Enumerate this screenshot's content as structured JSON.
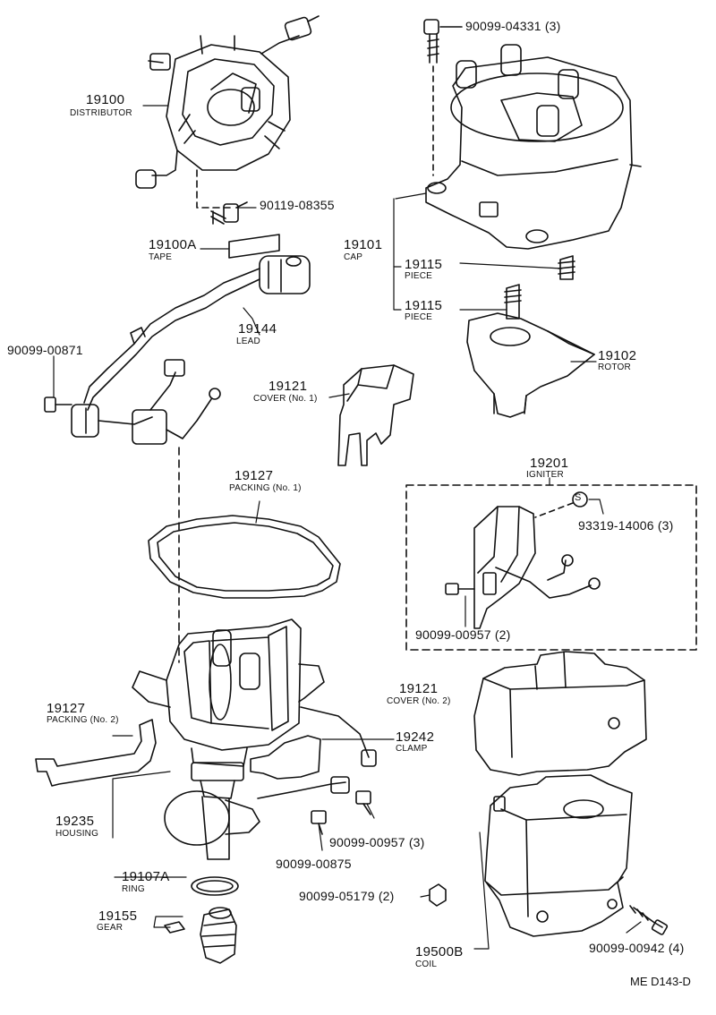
{
  "diagram": {
    "parts": [
      {
        "id": "19100",
        "number": "19100",
        "name": "DISTRIBUTOR"
      },
      {
        "id": "19100a",
        "number": "19100A",
        "name": "TAPE"
      },
      {
        "id": "19144",
        "number": "19144",
        "name": "LEAD"
      },
      {
        "id": "19101",
        "number": "19101",
        "name": "CAP"
      },
      {
        "id": "19115a",
        "number": "19115",
        "name": "PIECE"
      },
      {
        "id": "19115b",
        "number": "19115",
        "name": "PIECE"
      },
      {
        "id": "19102",
        "number": "19102",
        "name": "ROTOR"
      },
      {
        "id": "19121a",
        "number": "19121",
        "name": "COVER (No. 1)"
      },
      {
        "id": "19127a",
        "number": "19127",
        "name": "PACKING (No. 1)"
      },
      {
        "id": "19201",
        "number": "19201",
        "name": "IGNITER"
      },
      {
        "id": "19121b",
        "number": "19121",
        "name": "COVER (No. 2)"
      },
      {
        "id": "19127b",
        "number": "19127",
        "name": "PACKING (No. 2)"
      },
      {
        "id": "19242",
        "number": "19242",
        "name": "CLAMP"
      },
      {
        "id": "19235",
        "number": "19235",
        "name": "HOUSING"
      },
      {
        "id": "19107a",
        "number": "19107A",
        "name": "RING"
      },
      {
        "id": "19155",
        "number": "19155",
        "name": "GEAR"
      },
      {
        "id": "19500b",
        "number": "19500B",
        "name": "COIL"
      }
    ],
    "fasteners": [
      {
        "id": "f-04331",
        "code": "90099-04331 (3)"
      },
      {
        "id": "f-08355",
        "code": "90119-08355"
      },
      {
        "id": "f-00871",
        "code": "90099-00871"
      },
      {
        "id": "f-14006",
        "code": "93319-14006 (3)"
      },
      {
        "id": "f-00957a",
        "code": "90099-00957 (2)"
      },
      {
        "id": "f-00957b",
        "code": "90099-00957 (3)"
      },
      {
        "id": "f-00875",
        "code": "90099-00875"
      },
      {
        "id": "f-05179",
        "code": "90099-05179 (2)"
      },
      {
        "id": "f-00942",
        "code": "90099-00942 (4)"
      }
    ],
    "marker_s": "S",
    "reference": "ME D143-D"
  }
}
